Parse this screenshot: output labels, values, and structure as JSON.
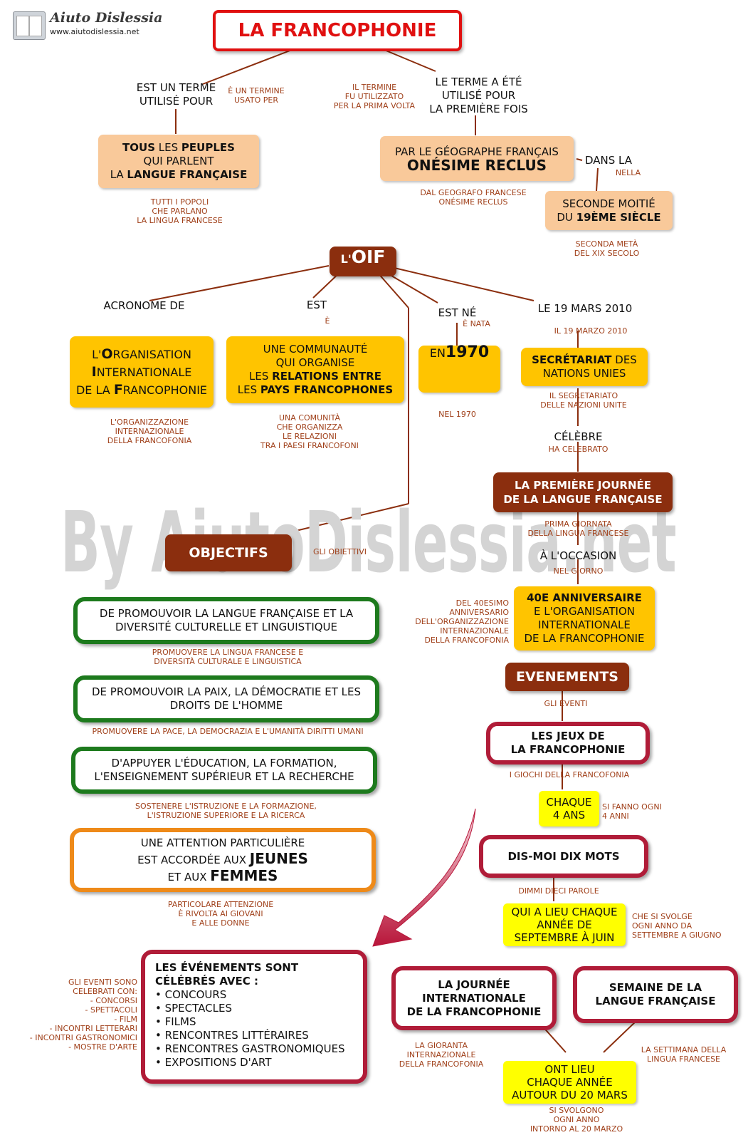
{
  "logo": {
    "brand": "Aiuto Dislessia",
    "url": "www.aiutodislessia.net"
  },
  "watermark": "By AiutoDislessia.net",
  "title": "LA FRANCOPHONIE",
  "top": {
    "left_label": [
      "EST UN TERME",
      "UTILISÉ POUR"
    ],
    "left_label_it": [
      "È UN TERMINE",
      "USATO PER"
    ],
    "peoples": {
      "bold1": "TOUS",
      "t1": " LES ",
      "bold2": "PEUPLES",
      "line2": "QUI PARLENT",
      "t3": "LA ",
      "bold3": "LANGUE FRANÇAISE"
    },
    "peoples_it": [
      "TUTTI I POPOLI",
      "CHE PARLANO",
      "LA LINGUA FRANCESE"
    ],
    "right_label": [
      "LE TERME A ÉTÉ",
      "UTILISÉ POUR",
      "LA PREMIÈRE FOIS"
    ],
    "right_label_it": [
      "IL TERMINE",
      "FU UTILIZZATO",
      "PER LA PRIMA VOLTA"
    ],
    "geographer": {
      "line1": "PAR LE GÉOGRAPHE FRANÇAIS",
      "name": "ONÉSIME RECLUS"
    },
    "geographer_it": [
      "DAL GEOGRAFO FRANCESE",
      "ONÉSIME RECLUS"
    ],
    "dans_la": "DANS LA",
    "dans_la_it": "NELLA",
    "century": {
      "line1": "SECONDE MOITIÉ",
      "t2": "DU ",
      "bold2": "19ÈME SIÈCLE"
    },
    "century_it": [
      "SECONDA METÀ",
      "DEL XIX SECOLO"
    ]
  },
  "oif": {
    "label_small": "L'",
    "label_big": "OIF",
    "acronyme": "ACRONOME DE",
    "org": {
      "l1a": "L'",
      "l1b": "O",
      "l1c": "RGANISATION",
      "l2a": "I",
      "l2b": "NTERNATIONALE",
      "l3a": "DE LA ",
      "l3b": "F",
      "l3c": "RANCOPHONIE"
    },
    "org_it": [
      "L'ORGANIZZAZIONE",
      "INTERNAZIONALE",
      "DELLA FRANCOFONIA"
    ],
    "est": "EST",
    "est_it": "È",
    "communaute": {
      "l1": "UNE COMMUNAUTÉ",
      "l2": "QUI ORGANISE",
      "l3a": "LES ",
      "l3b": "RELATIONS ENTRE",
      "l4a": "LES ",
      "l4b": "PAYS FRANCOPHONES"
    },
    "communaute_it": [
      "UNA COMUNITÀ",
      "CHE ORGANIZZA",
      "LE RELAZIONI",
      "TRA I PAESI FRANCOFONI"
    ],
    "est_ne": "EST NÉ",
    "est_ne_it": "È NATA",
    "year": {
      "t": "EN ",
      "b": "1970"
    },
    "year_it": "NEL 1970",
    "date": "LE 19 MARS 2010",
    "date_it": "IL 19 MARZO 2010",
    "secretariat": {
      "b": "SECRÉTARIAT",
      "t": " DES",
      "l2": "NATIONS UNIES"
    },
    "secretariat_it": [
      "IL SEGRETARIATO",
      "DELLE NAZIONI UNITE"
    ],
    "celebre": "CÉLÈBRE",
    "celebre_it": "HA CELEBRATO",
    "journee": [
      "LA PREMIÈRE JOURNÉE",
      "DE LA LANGUE FRANÇAISE"
    ],
    "journee_it": [
      "PRIMA GIORNATA",
      "DELLA LINGUA FRANCESE"
    ],
    "occasion": "À L'OCCASION",
    "occasion_it": "NEL GIORNO",
    "anniv": {
      "b": "40E ANNIVERSAIRE",
      "l2": "E L'ORGANISATION",
      "l3": "INTERNATIONALE",
      "l4": "DE LA FRANCOPHONIE"
    },
    "anniv_it": [
      "DEL 40ESIMO",
      "ANNIVERSARIO",
      "DELL'ORGANIZZAZIONE",
      "INTERNAZIONALE",
      "DELLA FRANCOFONIA"
    ]
  },
  "objectifs": {
    "label": "OBJECTIFS",
    "label_it": "GLI OBIETTIVI",
    "items": [
      {
        "fr": [
          "DE PROMOUVOIR LA LANGUE FRANÇAISE ET LA",
          "DIVERSITÉ CULTURELLE ET LINGUISTIQUE"
        ],
        "it": [
          "PROMUOVERE LA LINGUA FRANCESE E",
          "DIVERSITÀ CULTURALE E LINGUISTICA"
        ]
      },
      {
        "fr": [
          "DE PROMOUVOIR LA PAIX, LA DÉMOCRATIE ET LES",
          "DROITS DE L'HOMME"
        ],
        "it": [
          "PROMUOVERE LA PACE, LA DEMOCRAZIA E L'UMANITÀ DIRITTI UMANI"
        ]
      },
      {
        "fr": [
          "D'APPUYER L'ÉDUCATION, LA FORMATION,",
          "L'ENSEIGNEMENT SUPÉRIEUR ET LA RECHERCHE"
        ],
        "it": [
          "SOSTENERE L'ISTRUZIONE E LA FORMAZIONE,",
          "L'ISTRUZIONE SUPERIORE E LA RICERCA"
        ]
      }
    ],
    "attention": {
      "l1": "UNE ATTENTION PARTICULIÈRE",
      "l2a": "EST ACCORDÉE AUX ",
      "l2b": "JEUNES",
      "l3a": "ET AUX ",
      "l3b": "FEMMES"
    },
    "attention_it": [
      "PARTICOLARE ATTENZIONE",
      "È RIVOLTA AI GIOVANI",
      "E ALLE DONNE"
    ]
  },
  "evenements": {
    "label": "EVENEMENTS",
    "label_it": "GLI EVENTI",
    "jeux": [
      "LES JEUX DE",
      "LA FRANCOPHONIE"
    ],
    "jeux_it": "I GIOCHI DELLA FRANCOFONIA",
    "chaque": [
      "CHAQUE",
      "4 ANS"
    ],
    "chaque_it": [
      "SI FANNO OGNI",
      "4 ANNI"
    ],
    "dismoi": "DIS-MOI DIX MOTS",
    "dismoi_it": "DIMMI DIECI PAROLE",
    "lieu": [
      "QUI A LIEU CHAQUE",
      "ANNÉE DE",
      "SEPTEMBRE À JUIN"
    ],
    "lieu_it": [
      "CHE SI SVOLGE",
      "OGNI ANNO DA",
      "SETTEMBRE A GIUGNO"
    ],
    "list_title": [
      "LES  ÉVÉNEMENTS  SONT",
      "CÉLÉBRÉS AVEC :"
    ],
    "list": [
      "• CONCOURS",
      "• SPECTACLES",
      "• FILMS",
      "• RENCONTRES LITTÉRAIRES",
      "• RENCONTRES GASTRONOMIQUES",
      "• EXPOSITIONS D'ART"
    ],
    "list_it": [
      "GLI EVENTI SONO",
      "CELEBRATI CON:",
      "- concorsI",
      "-  spettacoli",
      "- film",
      "- incontri letterari",
      "- INCONTRI gastronomici",
      "- mostre d'arte"
    ],
    "journee_int": [
      "LA JOURNÉE",
      "INTERNATIONALE",
      "DE LA FRANCOPHONIE"
    ],
    "journee_int_it": [
      "LA GIORANTA",
      "INTERNAZIONALE",
      "DELLA FRANCOFONIA"
    ],
    "semaine": [
      "SEMAINE DE LA",
      "LANGUE FRANÇAISE"
    ],
    "semaine_it": [
      "LA SETTIMANA DELLA",
      "LINGUA FRANCESE"
    ],
    "ont_lieu": [
      "ONT LIEU",
      "CHAQUE ANNÉE",
      "AUTOUR DU 20 MARS"
    ],
    "ont_lieu_it": [
      "SI SVOLGONO",
      "OGNI ANNO",
      "INTORNO AL 20 MARZO"
    ]
  },
  "colors": {
    "title_border": "#e01010",
    "brown": "#8b2e0e",
    "italian": "#a0401a",
    "green": "#1d7a1d",
    "orange": "#ee8a19",
    "crimson": "#b01c38"
  }
}
